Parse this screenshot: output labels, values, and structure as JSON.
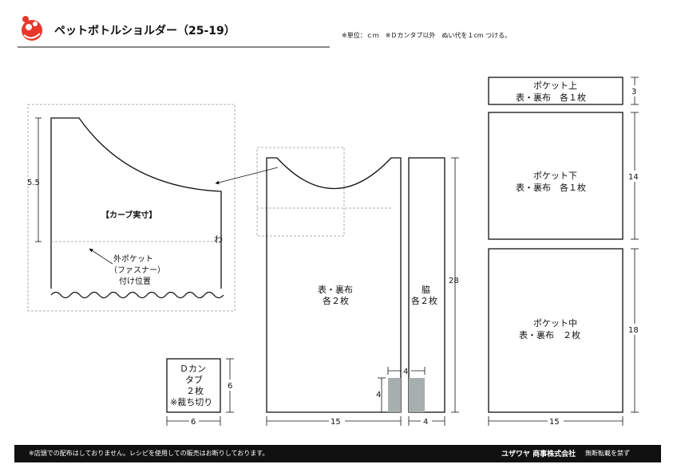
{
  "header": {
    "title": "ペットボトルショルダー（25-19）",
    "note": "※単位：ｃｍ　※Ｄカンタブ以外　ぬい代を１cm つける。"
  },
  "curve_detail": {
    "label": "【カーブ実寸】",
    "height_dim": "5.5",
    "fold_mark": "わ",
    "pocket_line_label_1": "外ポケット",
    "pocket_line_label_2": "（ファスナー）",
    "pocket_line_label_3": "付け位置"
  },
  "main_piece": {
    "label_1": "表・裏布",
    "label_2": "各２枚",
    "width_dim": "15",
    "height_dim": "28",
    "tab_width_dim": "4",
    "tab_height_dim": "4"
  },
  "side_piece": {
    "label_1": "脇",
    "label_2": "各２枚",
    "width_dim": "4"
  },
  "d_ring_tab": {
    "label_1": "Ｄカン",
    "label_2": "タブ",
    "label_3": "２枚",
    "label_4": "※裁ち切り",
    "width_dim": "6",
    "height_dim": "6"
  },
  "pocket_top": {
    "label_1": "ポケット上",
    "label_2": "表・裏布　各１枚",
    "height_dim": "3"
  },
  "pocket_bottom": {
    "label_1": "ポケット下",
    "label_2": "表・裏布　各１枚",
    "height_dim": "14"
  },
  "pocket_middle": {
    "label_1": "ポケット中",
    "label_2": "表・裏布　２枚",
    "height_dim": "18",
    "width_dim": "15"
  },
  "footer": {
    "note": "※店頭での配布はしておりません。レシピを使用しての販売はお断りしております。",
    "company": "ユザワヤ 商事株式会社",
    "rights": "無断転載を禁ず"
  },
  "colors": {
    "logo": "#e8372b",
    "tab_fill": "#a6aeae",
    "footer_bg": "#111111"
  }
}
